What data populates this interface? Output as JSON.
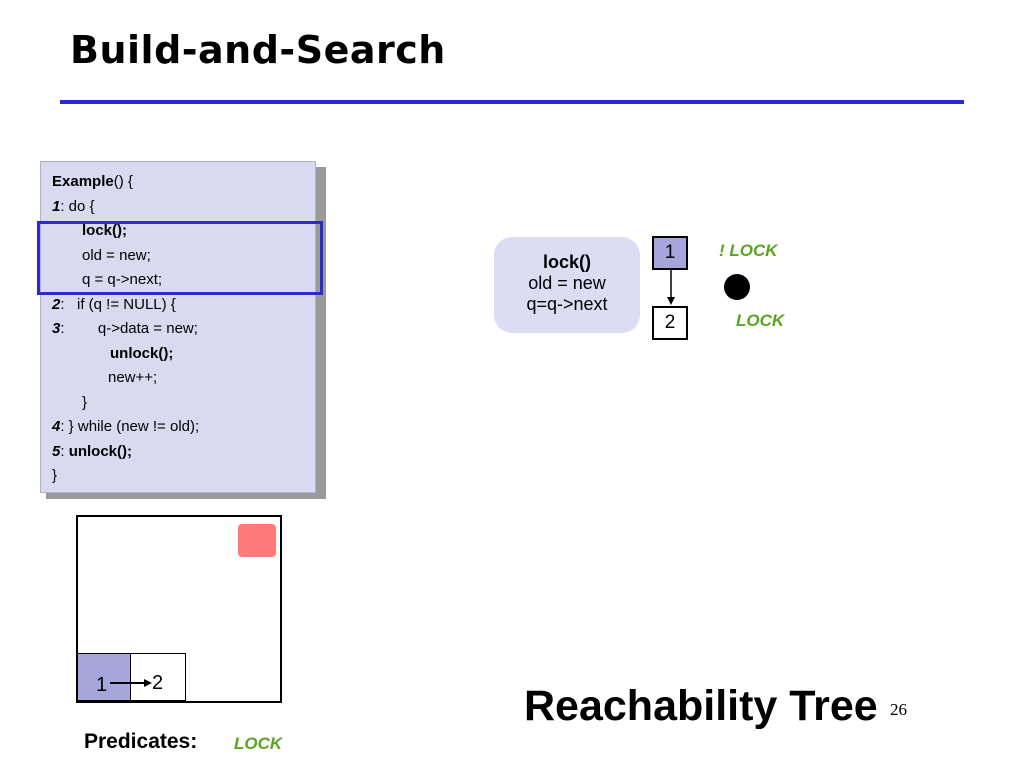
{
  "slide": {
    "title": "Build-and-Search",
    "page_number": "26",
    "footer_title": "Reachability Tree"
  },
  "code": {
    "lines": [
      {
        "a": "Example",
        "b": "() {"
      },
      {
        "a": "1",
        "b": ": do {"
      },
      {
        "a": "lock();"
      },
      {
        "a": "old = new;"
      },
      {
        "a": "q = q->next;"
      },
      {
        "a": "2",
        "b": ":   if (q != NULL) {"
      },
      {
        "a": "3",
        "b": ":        q->data = new;"
      },
      {
        "a": "unlock();"
      },
      {
        "a": "new++;"
      },
      {
        "a": "}"
      },
      {
        "a": "4",
        "b": ": } while (new != old);"
      },
      {
        "a": "5",
        "b": ": ",
        "c": "unlock();"
      },
      {
        "a": "}"
      }
    ]
  },
  "state": {
    "node1": "1",
    "node2": "2"
  },
  "predicates": {
    "label": "Predicates:",
    "value": "LOCK"
  },
  "tree": {
    "ops": [
      "lock()",
      "old = new",
      "q=q->next"
    ],
    "node1": "1",
    "node2": "2",
    "label_not_lock": "! LOCK",
    "label_lock": "LOCK"
  },
  "colors": {
    "accent_blue": "#2a2ad0",
    "code_bg": "#d9d9f0",
    "node_fill": "#a6a6dd",
    "error_red": "#ff7b7b",
    "predicate_green": "#5aa51e"
  }
}
